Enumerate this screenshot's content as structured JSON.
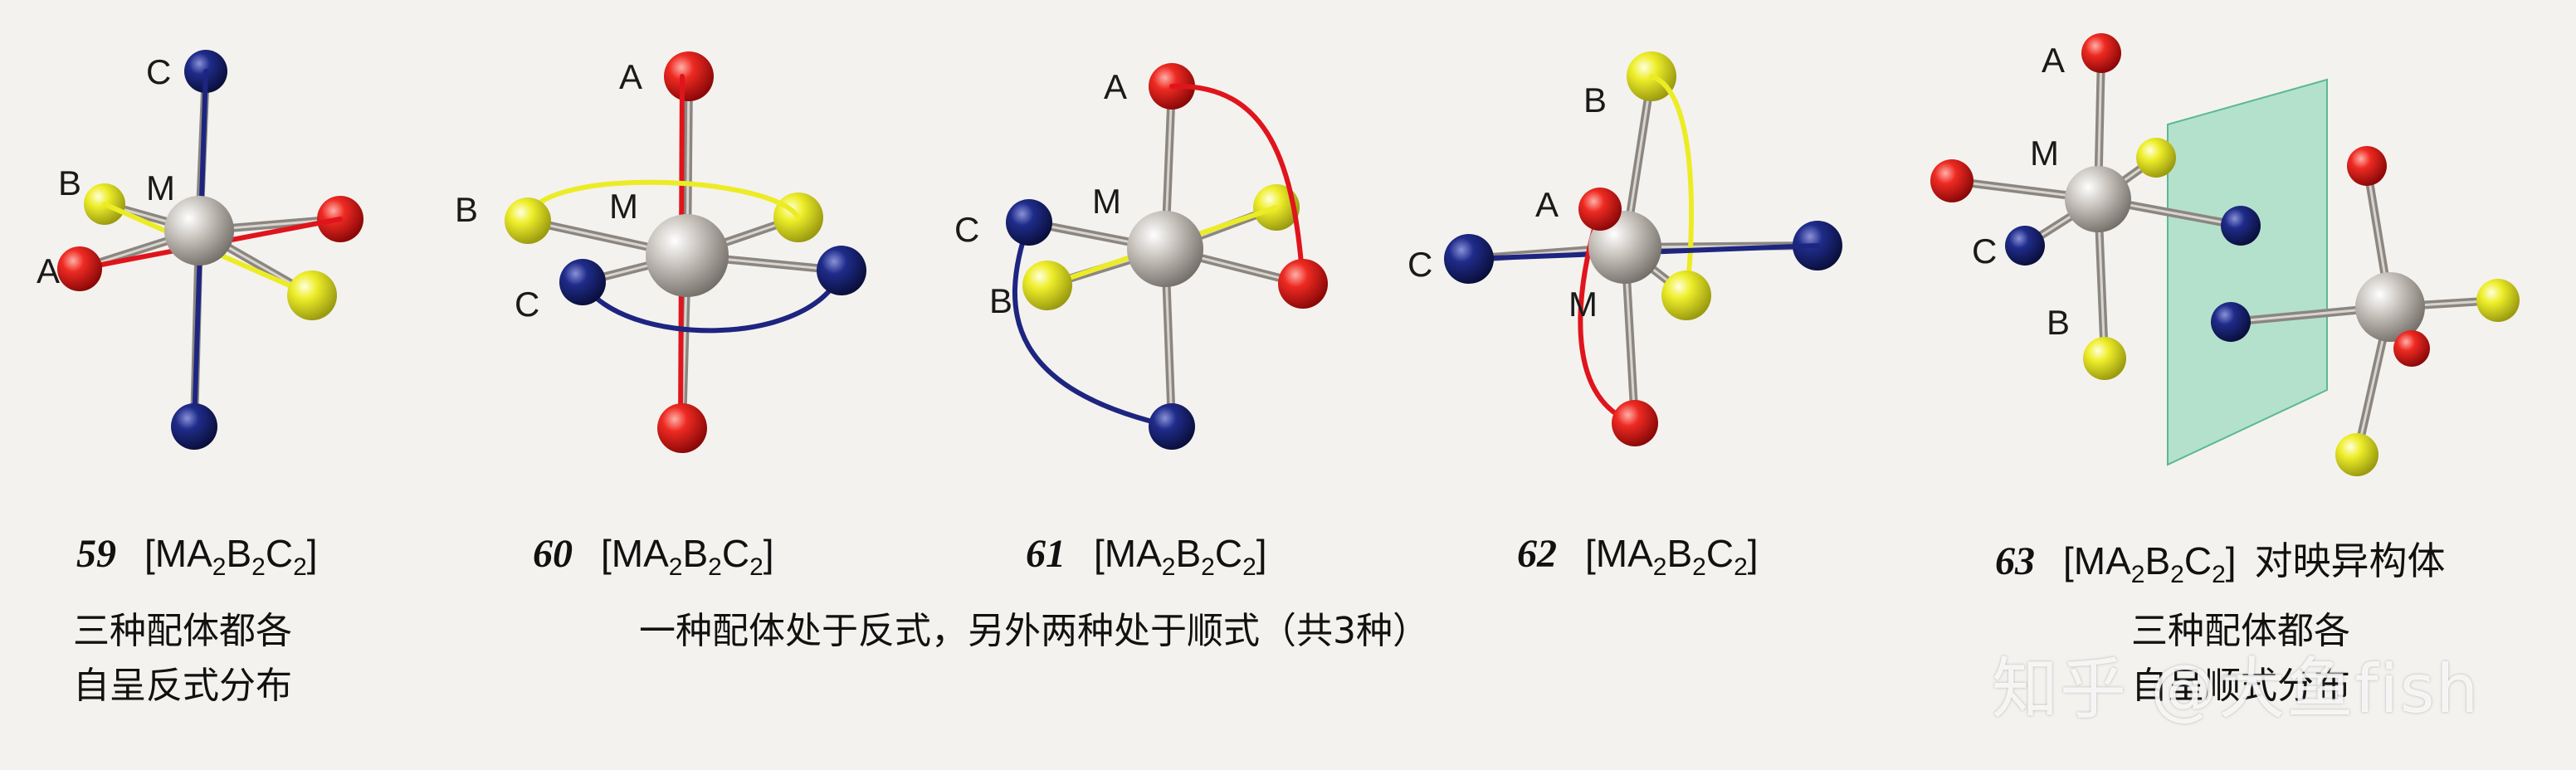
{
  "structures": [
    {
      "number": "59",
      "formula": {
        "base": "[MA",
        "s1": "2",
        "mid": "B",
        "s2": "2",
        "mid2": "C",
        "s3": "2",
        "end": "]"
      },
      "labels": {
        "a": "A",
        "b": "B",
        "c": "C",
        "m": "M"
      }
    },
    {
      "number": "60",
      "formula": {
        "base": "[MA",
        "s1": "2",
        "mid": "B",
        "s2": "2",
        "mid2": "C",
        "s3": "2",
        "end": "]"
      },
      "labels": {
        "a": "A",
        "b": "B",
        "c": "C",
        "m": "M"
      }
    },
    {
      "number": "61",
      "formula": {
        "base": "[MA",
        "s1": "2",
        "mid": "B",
        "s2": "2",
        "mid2": "C",
        "s3": "2",
        "end": "]"
      },
      "labels": {
        "a": "A",
        "b": "B",
        "c": "C",
        "m": "M"
      }
    },
    {
      "number": "62",
      "formula": {
        "base": "[MA",
        "s1": "2",
        "mid": "B",
        "s2": "2",
        "mid2": "C",
        "s3": "2",
        "end": "]"
      },
      "labels": {
        "a": "A",
        "b": "B",
        "c": "C",
        "m": "M"
      }
    },
    {
      "number": "63",
      "formula": {
        "base": "[MA",
        "s1": "2",
        "mid": "B",
        "s2": "2",
        "mid2": "C",
        "s3": "2",
        "end": "]"
      },
      "extra": "对映异构体",
      "labels": {
        "a": "A",
        "b": "B",
        "c": "C",
        "m": "M"
      }
    }
  ],
  "descriptions": {
    "left_line1": "三种配体都各",
    "left_line2": "自呈反式分布",
    "middle": "一种配体处于反式，另外两种处于顺式（共3种）",
    "right_line1": "三种配体都各",
    "right_line2": "自呈顺式分布"
  },
  "watermark": "知乎 @大鱼fish",
  "colors": {
    "A": "#e0141c",
    "B": "#ecec26",
    "C": "#1d2580",
    "M": "#bdb8b2",
    "bond": "#8c8680",
    "mirror": "#7fd3b0",
    "background": "#f4f2ee"
  }
}
